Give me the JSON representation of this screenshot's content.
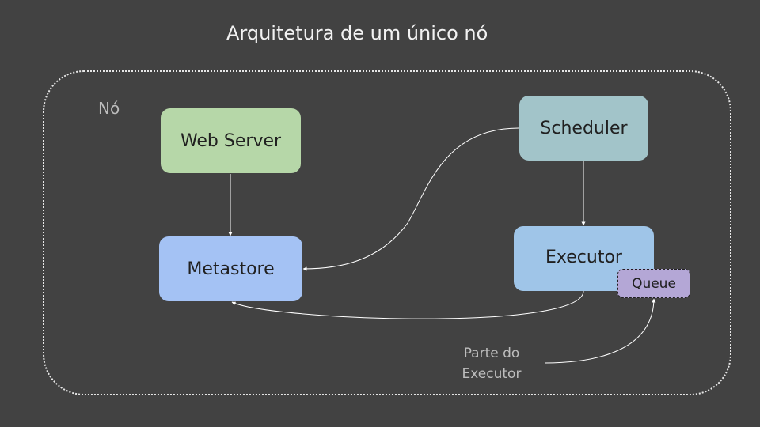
{
  "title": "Arquitetura de um único nó",
  "boundary": {
    "label": "Nó"
  },
  "components": {
    "web_server": {
      "label": "Web Server",
      "color": "#b6d7a8"
    },
    "metastore": {
      "label": "Metastore",
      "color": "#a4c2f4"
    },
    "scheduler": {
      "label": "Scheduler",
      "color": "#a2c4c9"
    },
    "executor": {
      "label": "Executor",
      "color": "#9fc5e8"
    },
    "queue": {
      "label": "Queue",
      "color": "#b4a7d6"
    }
  },
  "annotation": {
    "line1": "Parte do",
    "line2": "Executor"
  },
  "connections": [
    {
      "from": "Web Server",
      "to": "Metastore"
    },
    {
      "from": "Scheduler",
      "to": "Metastore"
    },
    {
      "from": "Scheduler",
      "to": "Executor"
    },
    {
      "from": "Executor",
      "to": "Metastore"
    },
    {
      "from": "Parte do Executor",
      "to": "Queue"
    }
  ],
  "colors": {
    "background": "#424242",
    "line": "#ffffff"
  }
}
